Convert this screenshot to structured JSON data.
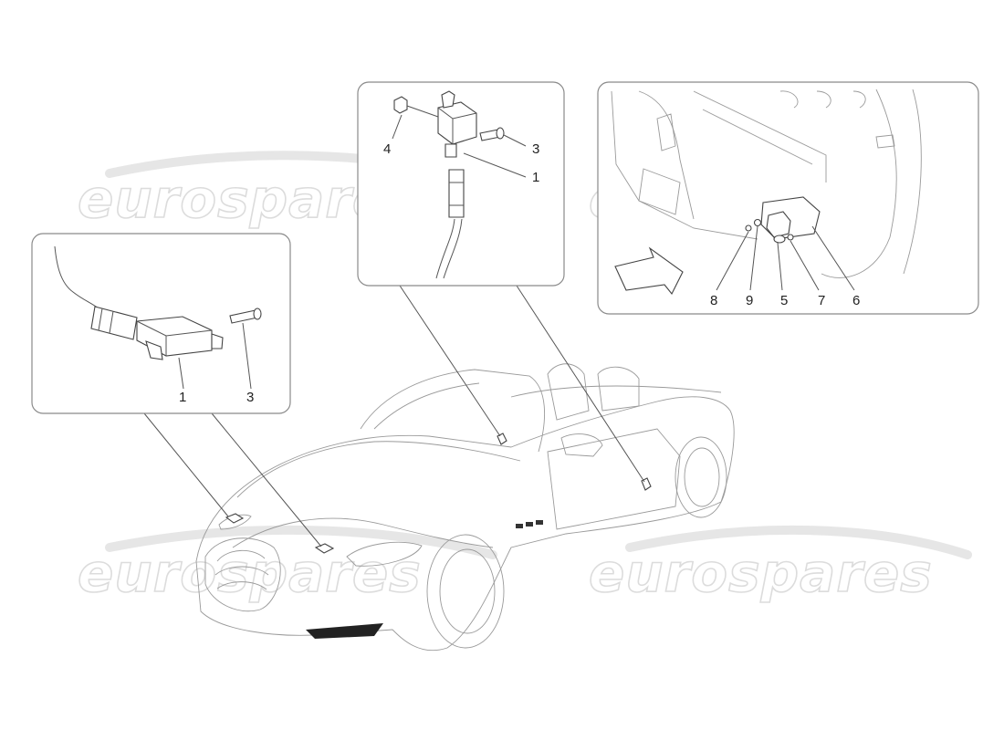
{
  "watermark": {
    "text": "eurospares"
  },
  "callouts": {
    "left_panel": {
      "sensor": "1",
      "bolt": "3"
    },
    "center_panel": {
      "nut": "4",
      "bolt": "3",
      "sensor": "1"
    },
    "right_panel": {
      "screw": "8",
      "washer": "9",
      "sensor": "5",
      "fastener": "7",
      "bracket": "6"
    }
  }
}
